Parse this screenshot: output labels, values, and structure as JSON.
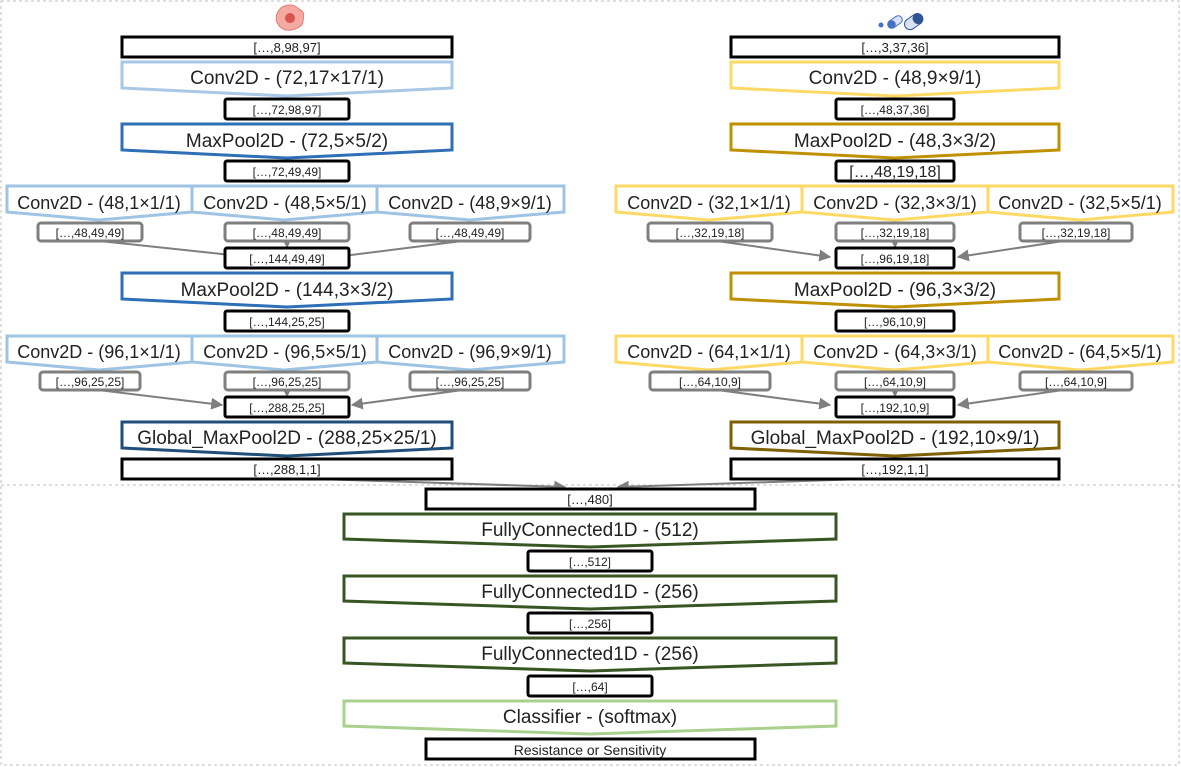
{
  "colors": {
    "cell_light": "#a8c8e6",
    "cell_mid": "#2e6fb5",
    "cell_dark": "#1f4e79",
    "cell_stroke_light": "#9ec3e3",
    "drug_light": "#ffd966",
    "drug_mid": "#bf9000",
    "drug_dark": "#7f6000",
    "fc": "#375623",
    "classifier": "#a9d18e",
    "tensor_gray": "#7f7f7f",
    "tensor_black": "#000000",
    "arrow": "#7f7f7f",
    "separator": "#bfbfbf"
  },
  "icons": {
    "cell": "cell-icon",
    "drug": "pills-icon"
  },
  "cell_branch": {
    "input_tensor": "[…,8,98,97]",
    "conv1": "Conv2D - (72,17×17/1)",
    "t1": "[…,72,98,97]",
    "pool1": "MaxPool2D - (72,5×5/2)",
    "t2": "[…,72,49,49]",
    "inception1": [
      "Conv2D - (48,1×1/1)",
      "Conv2D - (48,5×5/1)",
      "Conv2D - (48,9×9/1)"
    ],
    "inception1_out": [
      "[…,48,49,49]",
      "[…,48,49,49]",
      "[…,48,49,49]"
    ],
    "concat1": "[…,144,49,49]",
    "pool2": "MaxPool2D - (144,3×3/2)",
    "t3": "[…,144,25,25]",
    "inception2": [
      "Conv2D - (96,1×1/1)",
      "Conv2D - (96,5×5/1)",
      "Conv2D - (96,9×9/1)"
    ],
    "inception2_out": [
      "[…,96,25,25]",
      "[…,96,25,25]",
      "[…,96,25,25]"
    ],
    "concat2": "[…,288,25,25]",
    "gpool": "Global_MaxPool2D - (288,25×25/1)",
    "out": "[…,288,1,1]"
  },
  "drug_branch": {
    "input_tensor": "[…,3,37,36]",
    "conv1": "Conv2D - (48,9×9/1)",
    "t1": "[…,48,37,36]",
    "pool1": "MaxPool2D - (48,3×3/2)",
    "t2": "[…,48,19,18]",
    "inception1": [
      "Conv2D - (32,1×1/1)",
      "Conv2D - (32,3×3/1)",
      "Conv2D - (32,5×5/1)"
    ],
    "inception1_out": [
      "[…,32,19,18]",
      "[…,32,19,18]",
      "[…,32,19,18]"
    ],
    "concat1": "[…,96,19,18]",
    "pool2": "MaxPool2D - (96,3×3/2)",
    "t3": "[…,96,10,9]",
    "inception2": [
      "Conv2D - (64,1×1/1)",
      "Conv2D - (64,3×3/1)",
      "Conv2D - (64,5×5/1)"
    ],
    "inception2_out": [
      "[…,64,10,9]",
      "[…,64,10,9]",
      "[…,64,10,9]"
    ],
    "concat2": "[…,192,10,9]",
    "gpool": "Global_MaxPool2D - (192,10×9/1)",
    "out": "[…,192,1,1]"
  },
  "head": {
    "merged": "[…,480]",
    "fc1": "FullyConnected1D - (512)",
    "t1": "[…,512]",
    "fc2": "FullyConnected1D - (256)",
    "t2": "[…,256]",
    "fc3": "FullyConnected1D - (256)",
    "t3": "[…,64]",
    "classifier": "Classifier - (softmax)",
    "output": "Resistance or Sensitivity"
  }
}
